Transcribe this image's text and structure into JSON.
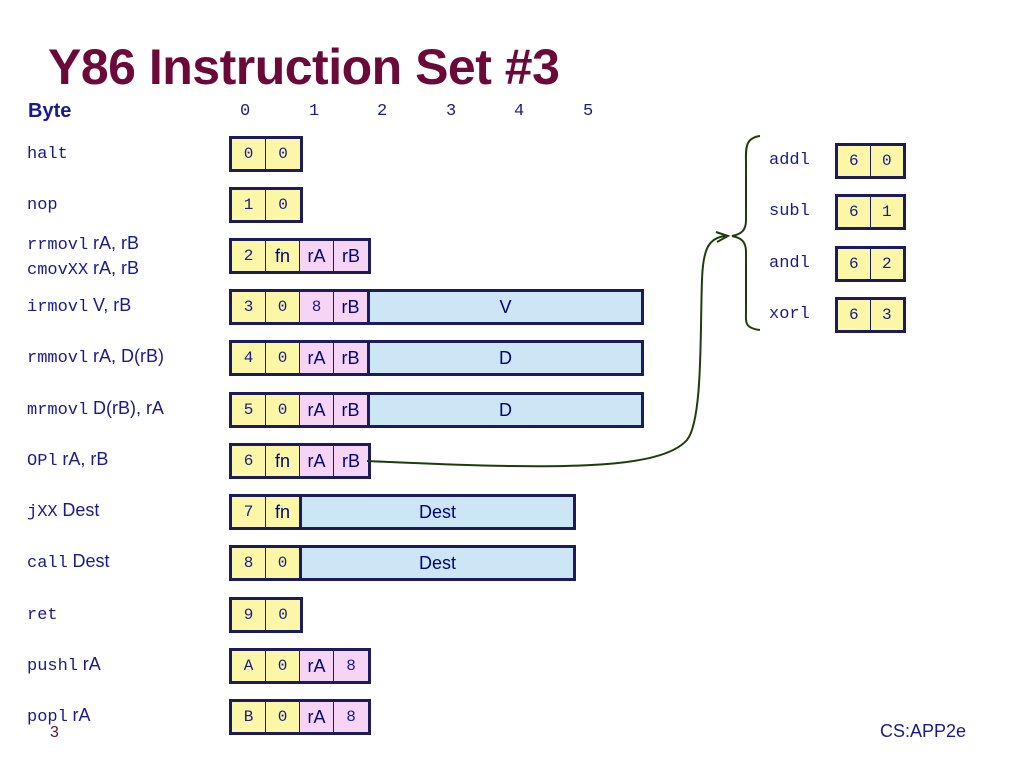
{
  "title": "Y86 Instruction Set #3",
  "byte_label": "Byte",
  "byte_indices": [
    "0",
    "1",
    "2",
    "3",
    "4",
    "5"
  ],
  "instructions": [
    {
      "lines": [
        {
          "mono": "halt",
          "sans": ""
        }
      ],
      "cells": [
        {
          "t": "0",
          "c": "y",
          "f": "mono"
        },
        {
          "t": "0",
          "c": "y",
          "f": "mono"
        }
      ],
      "wide": ""
    },
    {
      "lines": [
        {
          "mono": "nop",
          "sans": ""
        }
      ],
      "cells": [
        {
          "t": "1",
          "c": "y",
          "f": "mono"
        },
        {
          "t": "0",
          "c": "y",
          "f": "mono"
        }
      ],
      "wide": ""
    },
    {
      "lines": [
        {
          "mono": "rrmovl",
          "sans": "rA, rB"
        },
        {
          "mono": "cmovXX",
          "sans": "rA, rB"
        }
      ],
      "cells": [
        {
          "t": "2",
          "c": "y",
          "f": "mono"
        },
        {
          "t": "fn",
          "c": "y",
          "f": "sans"
        },
        {
          "t": "rA",
          "c": "p",
          "f": "sans"
        },
        {
          "t": "rB",
          "c": "p",
          "f": "sans"
        }
      ],
      "wide": ""
    },
    {
      "lines": [
        {
          "mono": "irmovl",
          "sans": "V, rB"
        }
      ],
      "cells": [
        {
          "t": "3",
          "c": "y",
          "f": "mono"
        },
        {
          "t": "0",
          "c": "y",
          "f": "mono"
        },
        {
          "t": "8",
          "c": "p",
          "f": "mono"
        },
        {
          "t": "rB",
          "c": "p",
          "f": "sans"
        }
      ],
      "wide": "V"
    },
    {
      "lines": [
        {
          "mono": "rmmovl",
          "sans": "rA, D(rB)"
        }
      ],
      "cells": [
        {
          "t": "4",
          "c": "y",
          "f": "mono"
        },
        {
          "t": "0",
          "c": "y",
          "f": "mono"
        },
        {
          "t": "rA",
          "c": "p",
          "f": "sans"
        },
        {
          "t": "rB",
          "c": "p",
          "f": "sans"
        }
      ],
      "wide": "D"
    },
    {
      "lines": [
        {
          "mono": "mrmovl",
          "sans": "D(rB), rA"
        }
      ],
      "cells": [
        {
          "t": "5",
          "c": "y",
          "f": "mono"
        },
        {
          "t": "0",
          "c": "y",
          "f": "mono"
        },
        {
          "t": "rA",
          "c": "p",
          "f": "sans"
        },
        {
          "t": "rB",
          "c": "p",
          "f": "sans"
        }
      ],
      "wide": "D"
    },
    {
      "lines": [
        {
          "mono": "OPl",
          "sans": "rA, rB"
        }
      ],
      "cells": [
        {
          "t": "6",
          "c": "y",
          "f": "mono"
        },
        {
          "t": "fn",
          "c": "y",
          "f": "sans"
        },
        {
          "t": "rA",
          "c": "p",
          "f": "sans"
        },
        {
          "t": "rB",
          "c": "p",
          "f": "sans"
        }
      ],
      "wide": ""
    },
    {
      "lines": [
        {
          "mono": "jXX",
          "sans": "Dest"
        }
      ],
      "cells": [
        {
          "t": "7",
          "c": "y",
          "f": "mono"
        },
        {
          "t": "fn",
          "c": "y",
          "f": "sans"
        }
      ],
      "wide": "Dest"
    },
    {
      "lines": [
        {
          "mono": "call",
          "sans": "Dest"
        }
      ],
      "cells": [
        {
          "t": "8",
          "c": "y",
          "f": "mono"
        },
        {
          "t": "0",
          "c": "y",
          "f": "mono"
        }
      ],
      "wide": "Dest"
    },
    {
      "lines": [
        {
          "mono": "ret",
          "sans": ""
        }
      ],
      "cells": [
        {
          "t": "9",
          "c": "y",
          "f": "mono"
        },
        {
          "t": "0",
          "c": "y",
          "f": "mono"
        }
      ],
      "wide": ""
    },
    {
      "lines": [
        {
          "mono": "pushl",
          "sans": "rA"
        }
      ],
      "cells": [
        {
          "t": "A",
          "c": "y",
          "f": "mono"
        },
        {
          "t": "0",
          "c": "y",
          "f": "mono"
        },
        {
          "t": "rA",
          "c": "p",
          "f": "sans"
        },
        {
          "t": "8",
          "c": "p",
          "f": "mono"
        }
      ],
      "wide": ""
    },
    {
      "lines": [
        {
          "mono": "popl",
          "sans": "rA"
        }
      ],
      "cells": [
        {
          "t": "B",
          "c": "y",
          "f": "mono"
        },
        {
          "t": "0",
          "c": "y",
          "f": "mono"
        },
        {
          "t": "rA",
          "c": "p",
          "f": "sans"
        },
        {
          "t": "8",
          "c": "p",
          "f": "mono"
        }
      ],
      "wide": ""
    }
  ],
  "ops": [
    {
      "name": "addl",
      "cells": [
        "6",
        "0"
      ]
    },
    {
      "name": "subl",
      "cells": [
        "6",
        "1"
      ]
    },
    {
      "name": "andl",
      "cells": [
        "6",
        "2"
      ]
    },
    {
      "name": "xorl",
      "cells": [
        "6",
        "3"
      ]
    }
  ],
  "footer": "CS:APP2e",
  "slide_number": "3",
  "colors": {
    "title": "#6b0a38",
    "text": "#1a1a8f",
    "icode_cell": "#fbf7a6",
    "register_cell": "#f6d4f6",
    "constant_field": "#cce6f6",
    "border": "#1c1c5c",
    "connector": "#1f3d0c"
  }
}
